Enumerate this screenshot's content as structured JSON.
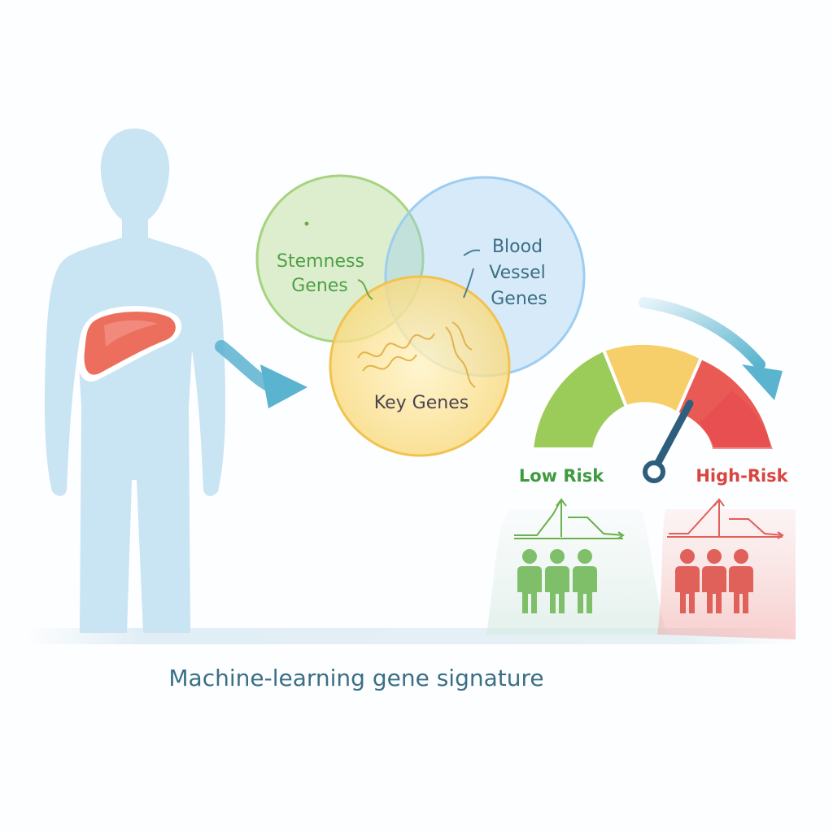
{
  "venn": {
    "stemness_label": [
      "Stemness",
      "Genes"
    ],
    "blood_vessel_label": [
      "Blood",
      "Vessel",
      "Genes"
    ],
    "key_label": "Key Genes"
  },
  "risk": {
    "low_label": "Low Risk",
    "high_label": "High-Risk"
  },
  "caption": "Machine-learning gene signature",
  "colors": {
    "silhouette": "#c9e4f3",
    "liver": "#ec6f5e",
    "stemness": "#a6d47e",
    "blood_vessel": "#9ecdf0",
    "key_genes": "#f7d36a",
    "arrow": "#5ab3cf",
    "gauge_green": "#8bc34a",
    "gauge_yellow": "#f4c35a",
    "gauge_red": "#e5484d",
    "needle": "#2d5f7c",
    "low_risk_text": "#3f9b3f",
    "high_risk_text": "#d9453f",
    "caption_text": "#3b6f84"
  }
}
